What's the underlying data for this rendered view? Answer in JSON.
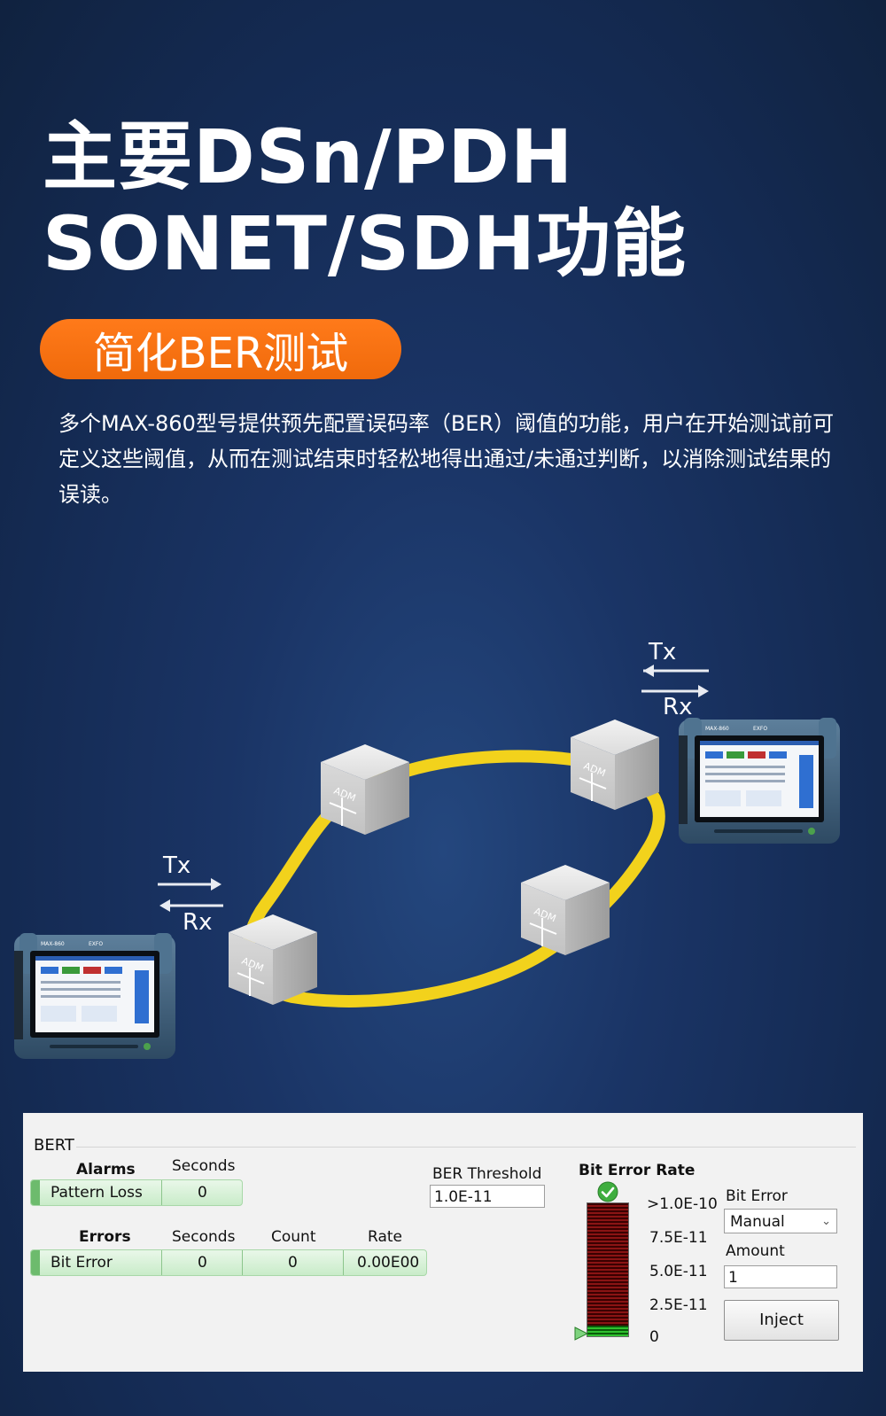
{
  "title_line1": "主要DSn/PDH",
  "title_line2": "SONET/SDH功能",
  "pill": "简化BER测试",
  "description": "多个MAX-860型号提供预先配置误码率（BER）阈值的功能，用户在开始测试前可定义这些阈值，从而在测试结束时轻松地得出通过/未通过判断，以消除测试结果的误读。",
  "diagram": {
    "node_label": "ADM",
    "tx": "Tx",
    "rx": "Rx",
    "device_brand": "EXFO",
    "device_model": "MAX-860",
    "ring_color": "#f2d21c"
  },
  "bert": {
    "title": "BERT",
    "alarms": {
      "header": "Alarms",
      "seconds_header": "Seconds",
      "row_label": "Pattern Loss",
      "row_seconds": "0"
    },
    "errors": {
      "header": "Errors",
      "seconds_header": "Seconds",
      "count_header": "Count",
      "rate_header": "Rate",
      "row_label": "Bit Error",
      "row_seconds": "0",
      "row_count": "0",
      "row_rate": "0.00E00"
    },
    "ber_threshold": {
      "label": "BER Threshold",
      "value": "1.0E-11"
    },
    "bit_error_rate": {
      "label": "Bit Error Rate",
      "scale": [
        ">1.0E-10",
        "7.5E-11",
        "5.0E-11",
        "2.5E-11",
        "0"
      ],
      "level": 0.08,
      "status": "pass",
      "status_icon": "check-circle-icon"
    },
    "bit_error": {
      "label": "Bit Error",
      "mode": "Manual",
      "amount_label": "Amount",
      "amount": "1",
      "inject_label": "Inject"
    },
    "colors": {
      "ok_green": "#c9ecc9",
      "meter_red": "#8a1414",
      "meter_green": "#2fc12f"
    }
  }
}
